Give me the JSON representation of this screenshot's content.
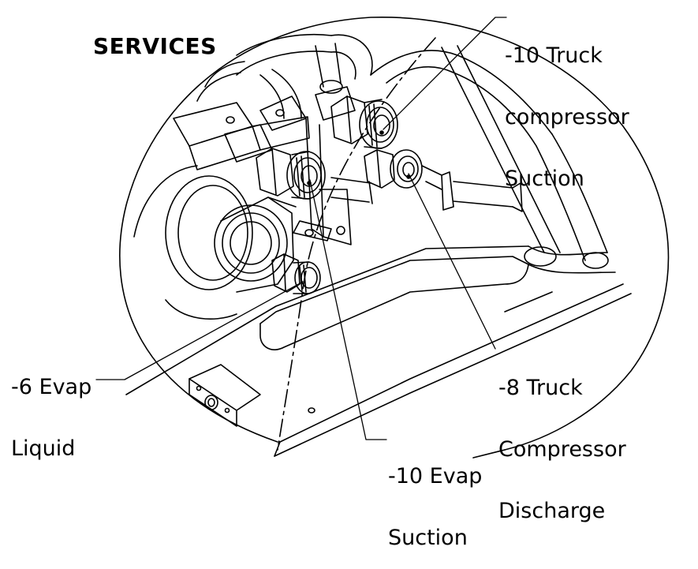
{
  "title": "SERVICES",
  "callouts": [
    {
      "id": "truck-compressor-suction",
      "line1": "-10 Truck",
      "line2": "compressor",
      "line3": "Suction"
    },
    {
      "id": "truck-compressor-discharge",
      "line1": "-8 Truck",
      "line2": "Compressor",
      "line3": "Discharge"
    },
    {
      "id": "evap-liquid",
      "line1": "-6 Evap",
      "line2": "Liquid"
    },
    {
      "id": "evap-suction",
      "line1": "-10 Evap",
      "line2": "Suction"
    }
  ],
  "colors": {
    "line": "#000000",
    "background": "#ffffff"
  }
}
